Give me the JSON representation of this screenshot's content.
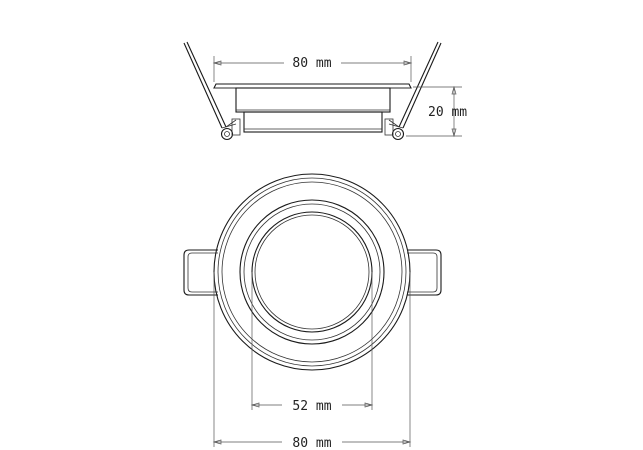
{
  "side_view": {
    "width_label": "80 mm",
    "height_label": "20 mm"
  },
  "top_view": {
    "inner_diameter_label": "52 mm",
    "outer_diameter_label": "80 mm"
  }
}
